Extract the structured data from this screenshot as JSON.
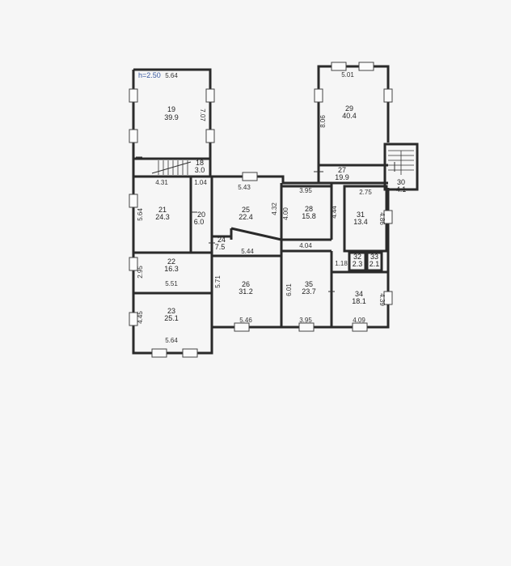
{
  "height_label": "h=2.50",
  "rooms": [
    {
      "id": "19",
      "num": "19",
      "area": "39.9"
    },
    {
      "id": "18",
      "num": "18",
      "area": "3.0"
    },
    {
      "id": "21",
      "num": "21",
      "area": "24.3"
    },
    {
      "id": "20",
      "num": "20",
      "area": "6.0"
    },
    {
      "id": "22",
      "num": "22",
      "area": "16.3"
    },
    {
      "id": "23",
      "num": "23",
      "area": "25.1"
    },
    {
      "id": "24",
      "num": "24",
      "area": "7.5"
    },
    {
      "id": "25",
      "num": "25",
      "area": "22.4"
    },
    {
      "id": "26",
      "num": "26",
      "area": "31.2"
    },
    {
      "id": "28",
      "num": "28",
      "area": "15.8"
    },
    {
      "id": "35",
      "num": "35",
      "area": "23.7"
    },
    {
      "id": "29",
      "num": "29",
      "area": "40.4"
    },
    {
      "id": "27",
      "num": "27",
      "area": "19.9"
    },
    {
      "id": "30",
      "num": "30",
      "area": "4.1"
    },
    {
      "id": "31",
      "num": "31",
      "area": "13.4"
    },
    {
      "id": "32",
      "num": "32",
      "area": "2.3"
    },
    {
      "id": "33",
      "num": "33",
      "area": "2.1"
    },
    {
      "id": "34",
      "num": "34",
      "area": "18.1"
    }
  ],
  "dimensions": {
    "d_564_top": "5.64",
    "d_707": "7.07",
    "d_431": "4.31",
    "d_104": "1.04",
    "d_564_v": "5.64",
    "d_295": "2.95",
    "d_551": "5.51",
    "d_445": "4.45",
    "d_564_bot": "5.64",
    "d_543": "5.43",
    "d_432": "4.32",
    "d_544": "5.44",
    "d_571": "5.71",
    "d_546": "5.46",
    "d_395_top": "3.95",
    "d_400": "4.00",
    "d_444": "4.44",
    "d_404": "4.04",
    "d_601": "6.01",
    "d_395_bot": "3.95",
    "d_501": "5.01",
    "d_806": "8.06",
    "d_275": "2.75",
    "d_486": "4.86",
    "d_118": "1.18",
    "d_439": "4.39",
    "d_409": "4.09"
  }
}
